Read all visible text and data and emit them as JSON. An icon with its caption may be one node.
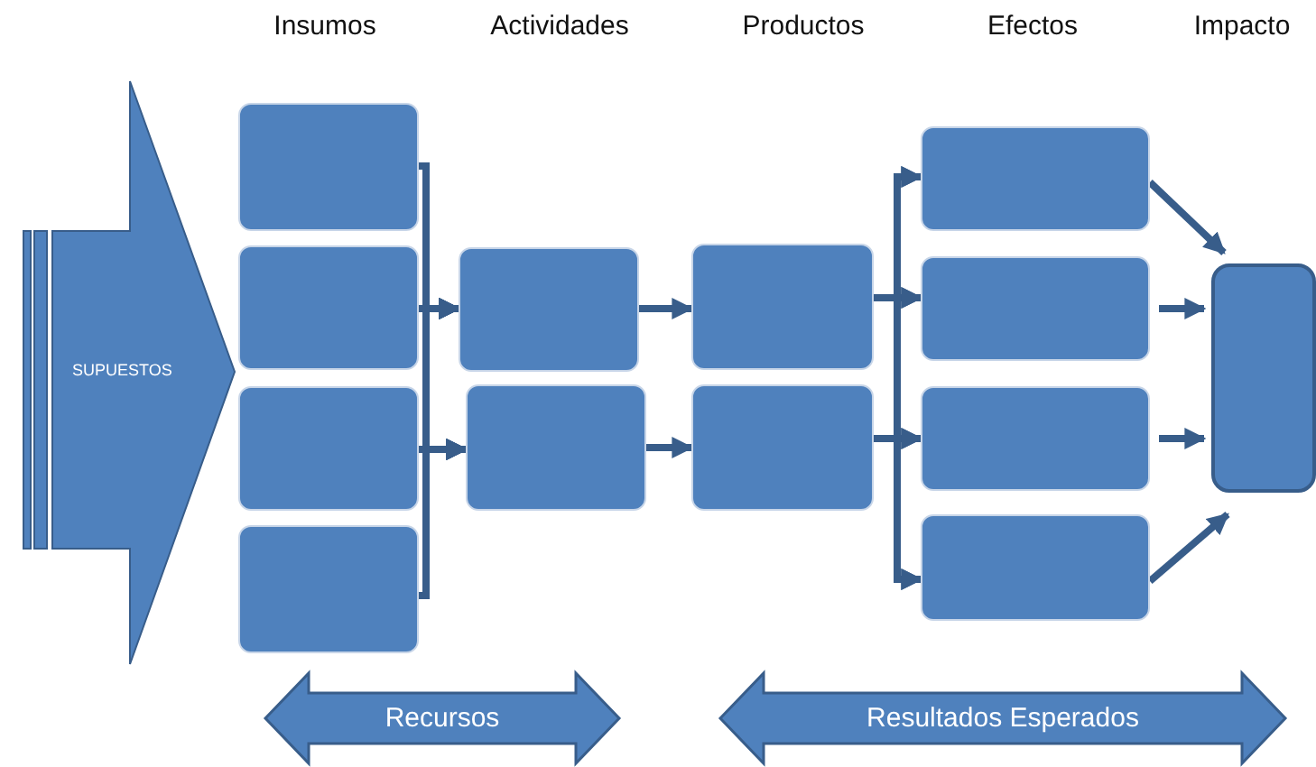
{
  "diagram": {
    "nodes": [
      {
        "text": [
          "SUPUESTOS"
        ]
      },
      {
        "text": [],
        "shape": "box"
      },
      {
        "text": [],
        "shape": "box"
      },
      {
        "text": [],
        "shape": "box"
      },
      {
        "text": [],
        "shape": "box"
      },
      {
        "text": [],
        "shape": "box"
      },
      {
        "text": [],
        "shape": "box"
      },
      {
        "text": [],
        "shape": "box"
      },
      {
        "text": [],
        "shape": "box"
      },
      {
        "text": [],
        "shape": "box"
      },
      {
        "text": [],
        "shape": "box"
      },
      {
        "text": [],
        "shape": "box"
      },
      {
        "text": [],
        "shape": "box"
      },
      {
        "text": [],
        "shape": "box"
      },
      {
        "text": [
          "Recursos"
        ]
      },
      {
        "text": [
          "Resultados Esperados"
        ]
      }
    ],
    "edges": [
      {
        "from": 1,
        "to": 5,
        "arrow": "to"
      },
      {
        "from": 2,
        "to": 5,
        "arrow": "to"
      },
      {
        "from": 3,
        "to": 5,
        "arrow": "to"
      },
      {
        "from": 4,
        "to": 5,
        "arrow": "to"
      },
      {
        "from": 1,
        "to": 6,
        "arrow": "to"
      },
      {
        "from": 2,
        "to": 6,
        "arrow": "to"
      },
      {
        "from": 3,
        "to": 6,
        "arrow": "to"
      },
      {
        "from": 4,
        "to": 6,
        "arrow": "to"
      },
      {
        "from": 5,
        "to": 7,
        "arrow": "to"
      },
      {
        "from": 6,
        "to": 8,
        "arrow": "to"
      },
      {
        "from": 7,
        "to": 9,
        "arrow": "to"
      },
      {
        "from": 7,
        "to": 10,
        "arrow": "to"
      },
      {
        "from": 7,
        "to": 11,
        "arrow": "to"
      },
      {
        "from": 7,
        "to": 12,
        "arrow": "to"
      },
      {
        "from": 8,
        "to": 9,
        "arrow": "to"
      },
      {
        "from": 8,
        "to": 10,
        "arrow": "to"
      },
      {
        "from": 8,
        "to": 11,
        "arrow": "to"
      },
      {
        "from": 8,
        "to": 12,
        "arrow": "to"
      },
      {
        "from": 9,
        "to": 13,
        "arrow": "to"
      },
      {
        "from": 10,
        "to": 13,
        "arrow": "to"
      },
      {
        "from": 11,
        "to": 13,
        "arrow": "to"
      },
      {
        "from": 12,
        "to": 13,
        "arrow": "to"
      }
    ],
    "labels": [
      "Insumos",
      "Actividades",
      "Productos",
      "Efectos",
      "Impacto"
    ]
  }
}
